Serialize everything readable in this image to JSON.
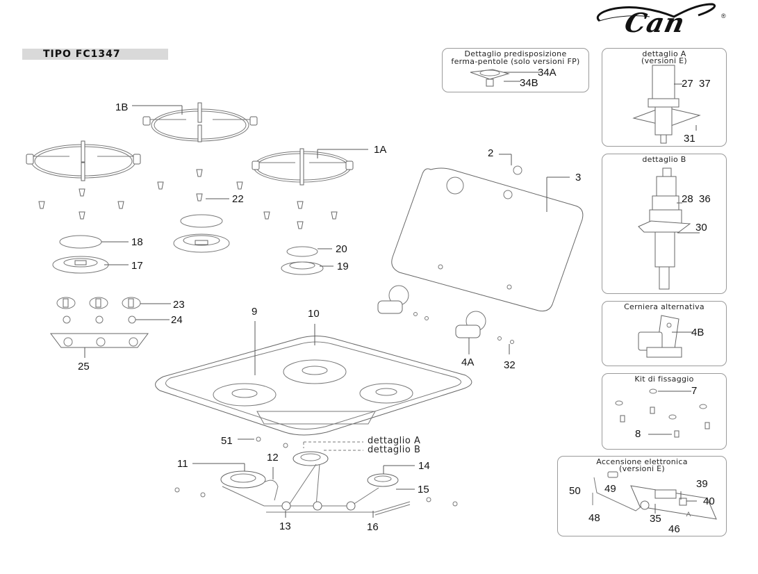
{
  "header": {
    "model_title": "TIPO FC1347",
    "brand_logo": "Can",
    "brand_mark": "®"
  },
  "main_callouts": [
    {
      "id": "1B",
      "label": "1B"
    },
    {
      "id": "1A",
      "label": "1A"
    },
    {
      "id": "2",
      "label": "2"
    },
    {
      "id": "3",
      "label": "3"
    },
    {
      "id": "22",
      "label": "22"
    },
    {
      "id": "18",
      "label": "18"
    },
    {
      "id": "17",
      "label": "17"
    },
    {
      "id": "20",
      "label": "20"
    },
    {
      "id": "19",
      "label": "19"
    },
    {
      "id": "23",
      "label": "23"
    },
    {
      "id": "24",
      "label": "24"
    },
    {
      "id": "25",
      "label": "25"
    },
    {
      "id": "9",
      "label": "9"
    },
    {
      "id": "10",
      "label": "10"
    },
    {
      "id": "4A",
      "label": "4A"
    },
    {
      "id": "32",
      "label": "32"
    },
    {
      "id": "51",
      "label": "51"
    },
    {
      "id": "11",
      "label": "11"
    },
    {
      "id": "12",
      "label": "12"
    },
    {
      "id": "13",
      "label": "13"
    },
    {
      "id": "14",
      "label": "14"
    },
    {
      "id": "15",
      "label": "15"
    },
    {
      "id": "16",
      "label": "16"
    }
  ],
  "detail_refs": {
    "a": "dettaglio A",
    "b": "dettaglio B"
  },
  "panels": {
    "pot_stand": {
      "title_line1": "Dettaglio predisposizione",
      "title_line2": "ferma-pentole (solo versioni FP)",
      "callouts": [
        "34A",
        "34B"
      ]
    },
    "detail_a": {
      "title_line1": "dettaglio A",
      "title_line2": "(versioni E)",
      "callouts": [
        "27  37",
        "31"
      ]
    },
    "detail_b": {
      "title_line1": "dettaglio B",
      "callouts": [
        "28  36",
        "30"
      ]
    },
    "hinge": {
      "title_line1": "Cerniera alternativa",
      "callouts": [
        "4B"
      ]
    },
    "fixing_kit": {
      "title_line1": "Kit di fissaggio",
      "callouts": [
        "7",
        "8"
      ]
    },
    "ignition": {
      "title_line1": "Accensione elettronica",
      "title_line2": "(versioni E)",
      "callouts": [
        "50",
        "49",
        "48",
        "35",
        "39",
        "40",
        "46"
      ]
    }
  }
}
